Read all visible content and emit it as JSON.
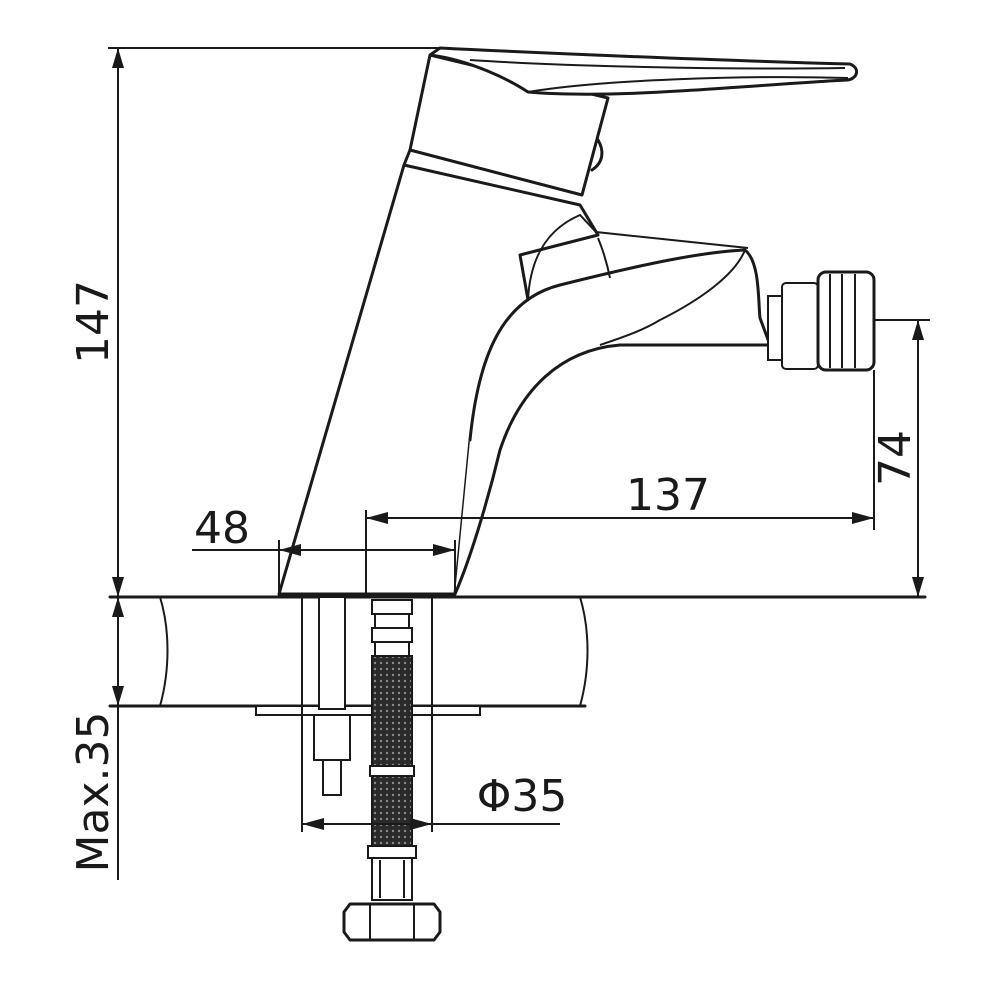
{
  "dimensions": {
    "height_total": "147",
    "inlet_height": "74",
    "reach": "137",
    "base_width": "48",
    "hole_diameter": "Φ35",
    "max_thickness": "Max.35"
  },
  "colors": {
    "line": "#1a1a1a",
    "background": "#ffffff"
  }
}
